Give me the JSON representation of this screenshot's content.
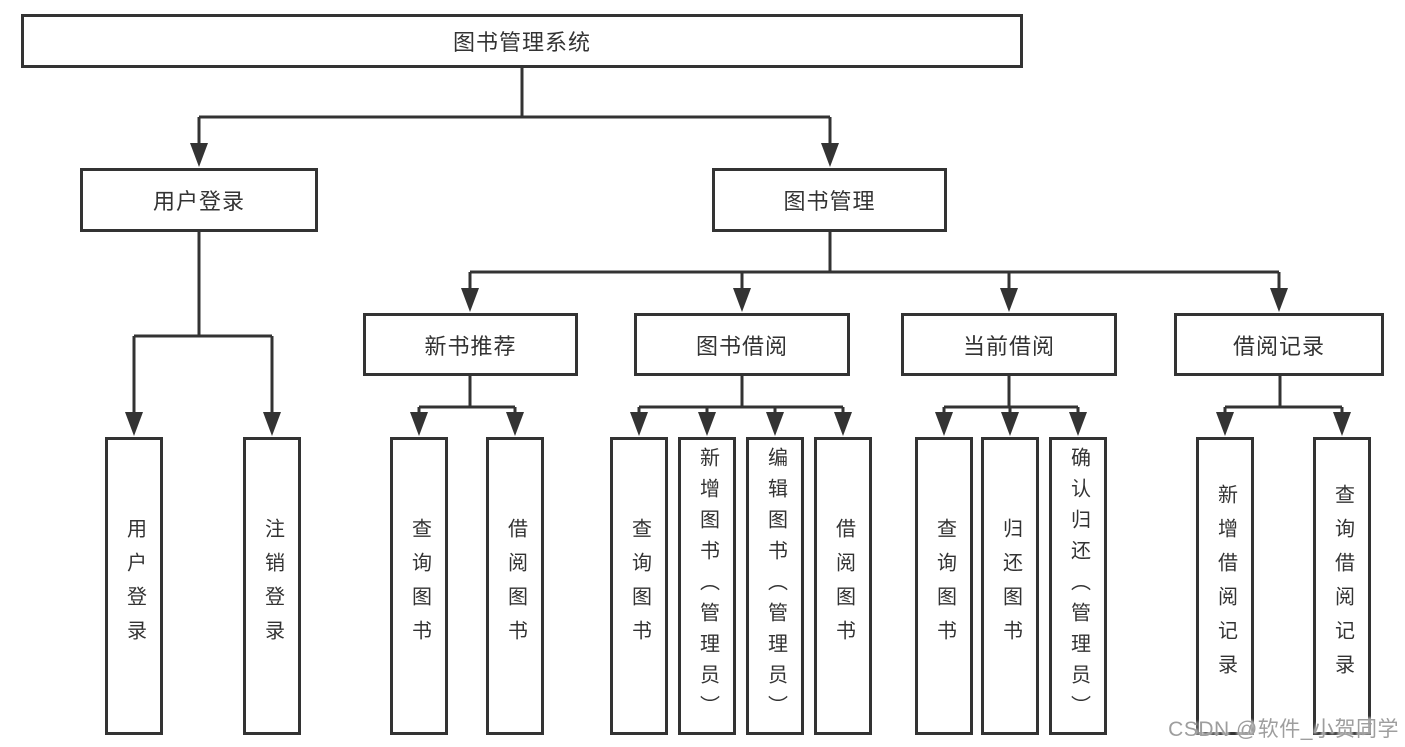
{
  "nodes": {
    "root": {
      "label": "图书管理系统"
    },
    "user_login": {
      "label": "用户登录"
    },
    "book_mgmt": {
      "label": "图书管理"
    },
    "new_book_rec": {
      "label": "新书推荐"
    },
    "book_borrow": {
      "label": "图书借阅"
    },
    "current_borrow": {
      "label": "当前借阅"
    },
    "borrow_record": {
      "label": "借阅记录"
    },
    "leaf_user_login": {
      "label": "用户登录"
    },
    "leaf_logout": {
      "label": "注销登录"
    },
    "leaf_query_book_new": {
      "label": "查询图书"
    },
    "leaf_borrow_book_new": {
      "label": "借阅图书"
    },
    "leaf_query_book_borrow": {
      "label": "查询图书"
    },
    "leaf_add_book": {
      "label": "新增图书（管理员）"
    },
    "leaf_edit_book": {
      "label": "编辑图书（管理员）"
    },
    "leaf_borrow_book": {
      "label": "借阅图书"
    },
    "leaf_query_book_current": {
      "label": "查询图书"
    },
    "leaf_return_book": {
      "label": "归还图书"
    },
    "leaf_confirm_return": {
      "label": "确认归还（管理员）"
    },
    "leaf_add_record": {
      "label": "新增借阅记录"
    },
    "leaf_query_record": {
      "label": "查询借阅记录"
    }
  },
  "tree": {
    "root": "图书管理系统",
    "children": [
      {
        "label": "用户登录",
        "children": [
          "用户登录",
          "注销登录"
        ]
      },
      {
        "label": "图书管理",
        "children": [
          {
            "label": "新书推荐",
            "children": [
              "查询图书",
              "借阅图书"
            ]
          },
          {
            "label": "图书借阅",
            "children": [
              "查询图书",
              "新增图书（管理员）",
              "编辑图书（管理员）",
              "借阅图书"
            ]
          },
          {
            "label": "当前借阅",
            "children": [
              "查询图书",
              "归还图书",
              "确认归还（管理员）"
            ]
          },
          {
            "label": "借阅记录",
            "children": [
              "新增借阅记录",
              "查询借阅记录"
            ]
          }
        ]
      }
    ]
  },
  "watermark": {
    "text": "CSDN @软件_小贺同学"
  },
  "colors": {
    "line": "#333333",
    "box_border": "#333333",
    "text": "#333333",
    "watermark": "#9e9e9e",
    "background": "#ffffff"
  }
}
